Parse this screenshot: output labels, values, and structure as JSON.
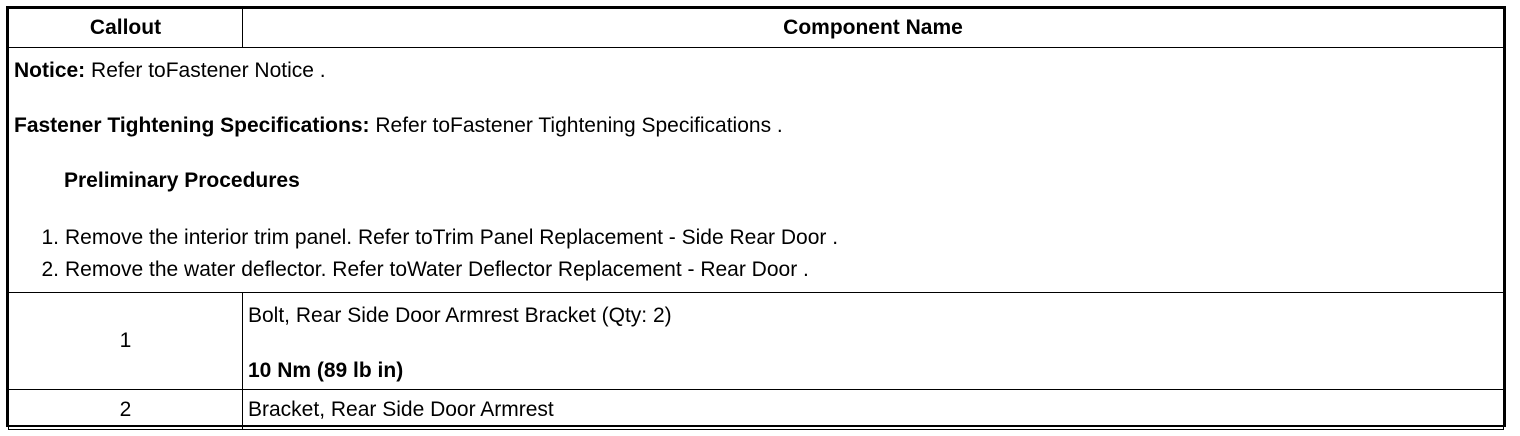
{
  "header": {
    "callout": "Callout",
    "component_name": "Component Name"
  },
  "notes": {
    "notice_label": "Notice:",
    "notice_text": " Refer toFastener Notice .",
    "fts_label": "Fastener Tightening Specifications:",
    "fts_text": " Refer toFastener Tightening Specifications .",
    "preliminary_heading": "Preliminary Procedures",
    "steps": [
      {
        "num": "1.",
        "text": "Remove the interior trim panel. Refer toTrim Panel Replacement - Side Rear Door ."
      },
      {
        "num": "2.",
        "text": "Remove the water deflector. Refer toWater Deflector Replacement - Rear Door ."
      }
    ]
  },
  "rows": [
    {
      "callout": "1",
      "name": "Bolt, Rear Side Door Armrest Bracket (Qty: 2)",
      "torque": "10 Nm (89 lb in)"
    },
    {
      "callout": "2",
      "name": "Bracket, Rear Side Door Armrest"
    }
  ]
}
